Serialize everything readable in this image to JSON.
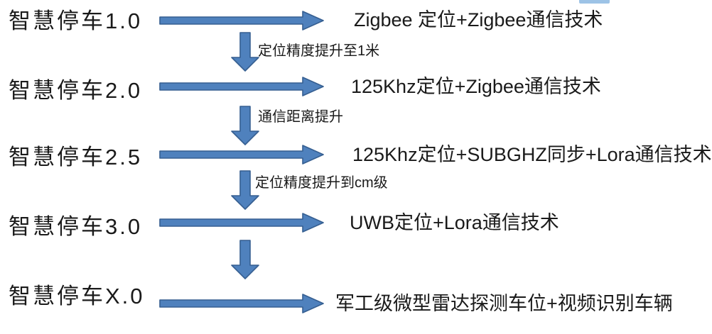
{
  "colors": {
    "arrow_fill": "#4f81bd",
    "arrow_stroke": "#365f91",
    "text": "#1a1a1a",
    "artifact_bar": "#9dc3e6"
  },
  "stages": [
    {
      "version": "智慧停车1.0",
      "tech": "Zigbee 定位+Zigbee通信技术"
    },
    {
      "version": "智慧停车2.0",
      "tech": "125Khz定位+Zigbee通信技术"
    },
    {
      "version": "智慧停车2.5",
      "tech": "125Khz定位+SUBGHZ同步+Lora通信技术"
    },
    {
      "version": "智慧停车3.0",
      "tech": "UWB定位+Lora通信技术"
    },
    {
      "version": "智慧停车X.0",
      "tech": "军工级微型雷达探测车位+视频识别车辆"
    }
  ],
  "transitions": [
    {
      "label": "定位精度提升至1米"
    },
    {
      "label": "通信距离提升"
    },
    {
      "label": "定位精度提升到cm级"
    },
    {
      "label": ""
    }
  ]
}
